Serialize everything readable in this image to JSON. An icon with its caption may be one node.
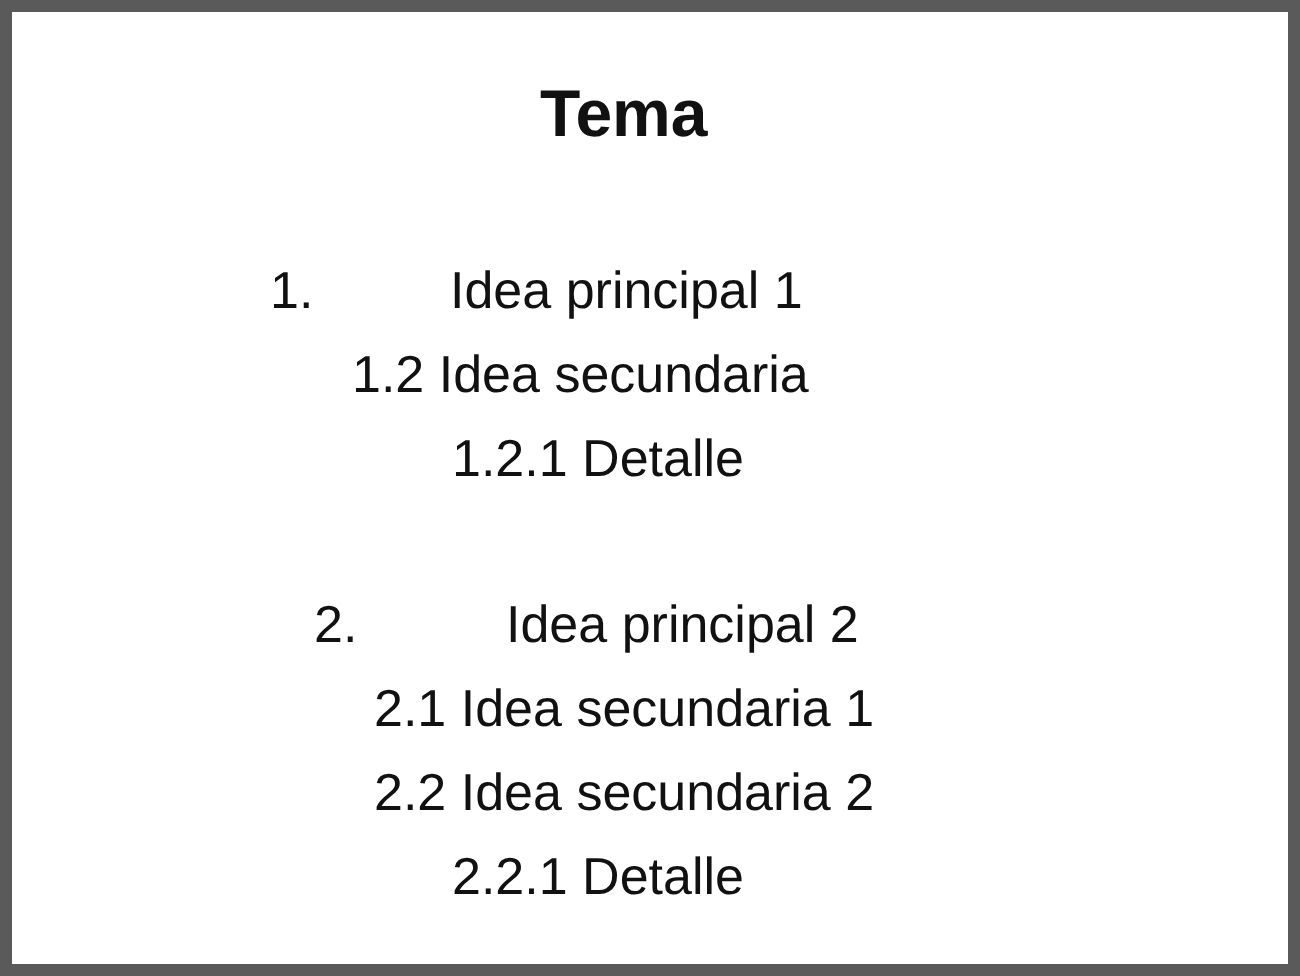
{
  "diagram": {
    "title": "Tema",
    "labels": [
      "1.",
      "Idea principal 1",
      "1.2 Idea secundaria",
      "1.2.1 Detalle",
      "2.",
      "Idea principal 2",
      "2.1 Idea secundaria 1",
      "2.2 Idea secundaria 2",
      "2.2.1 Detalle"
    ]
  }
}
